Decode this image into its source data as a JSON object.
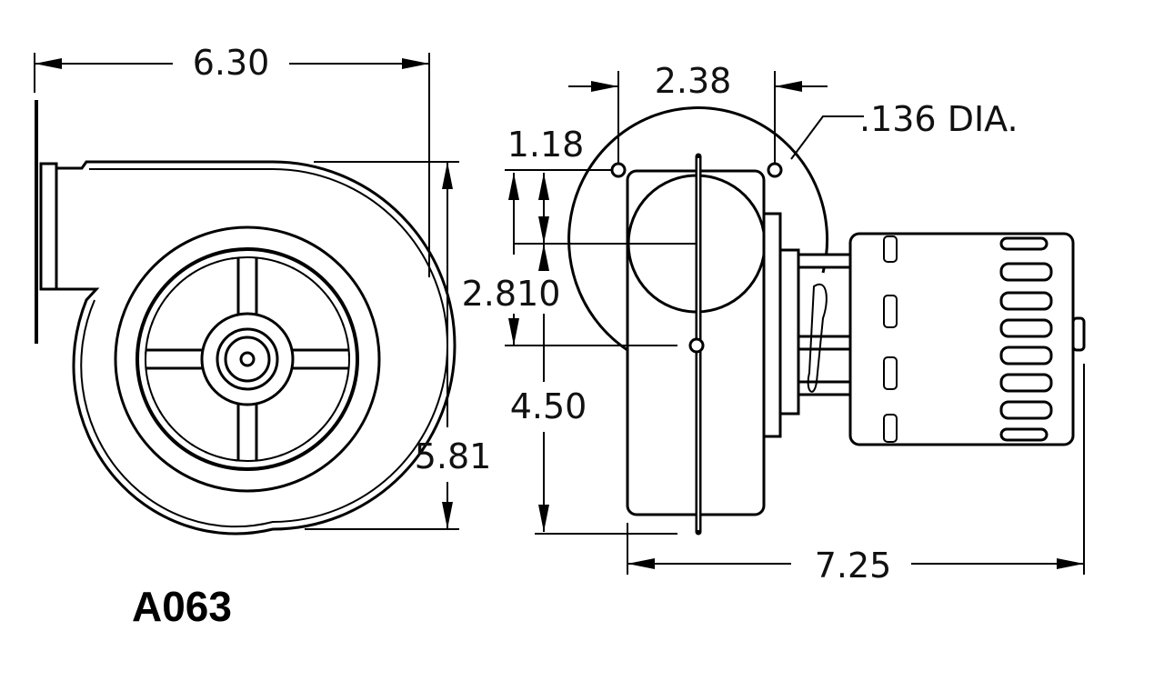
{
  "dimensions": {
    "overall_width": "6.30",
    "overall_height": "5.81",
    "mount_hole_spacing": "2.38",
    "mount_hole_diameter": ".136 DIA.",
    "hole_offset": "1.18",
    "inlet_offset": "2.810",
    "outlet_height": "4.50",
    "overall_length": "7.25"
  },
  "model_code": "A063",
  "colors": {
    "line": "#000000",
    "background": "#ffffff"
  }
}
